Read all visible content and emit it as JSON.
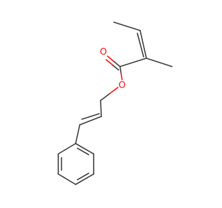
{
  "molecule": {
    "atom_labels": [
      {
        "id": "o-carbonyl",
        "text": "O"
      },
      {
        "id": "o-ester",
        "text": "O"
      }
    ]
  },
  "colors": {
    "bond": "#3a3a3a",
    "oxygen": "#ff0d0d",
    "background": "#ffffff"
  }
}
